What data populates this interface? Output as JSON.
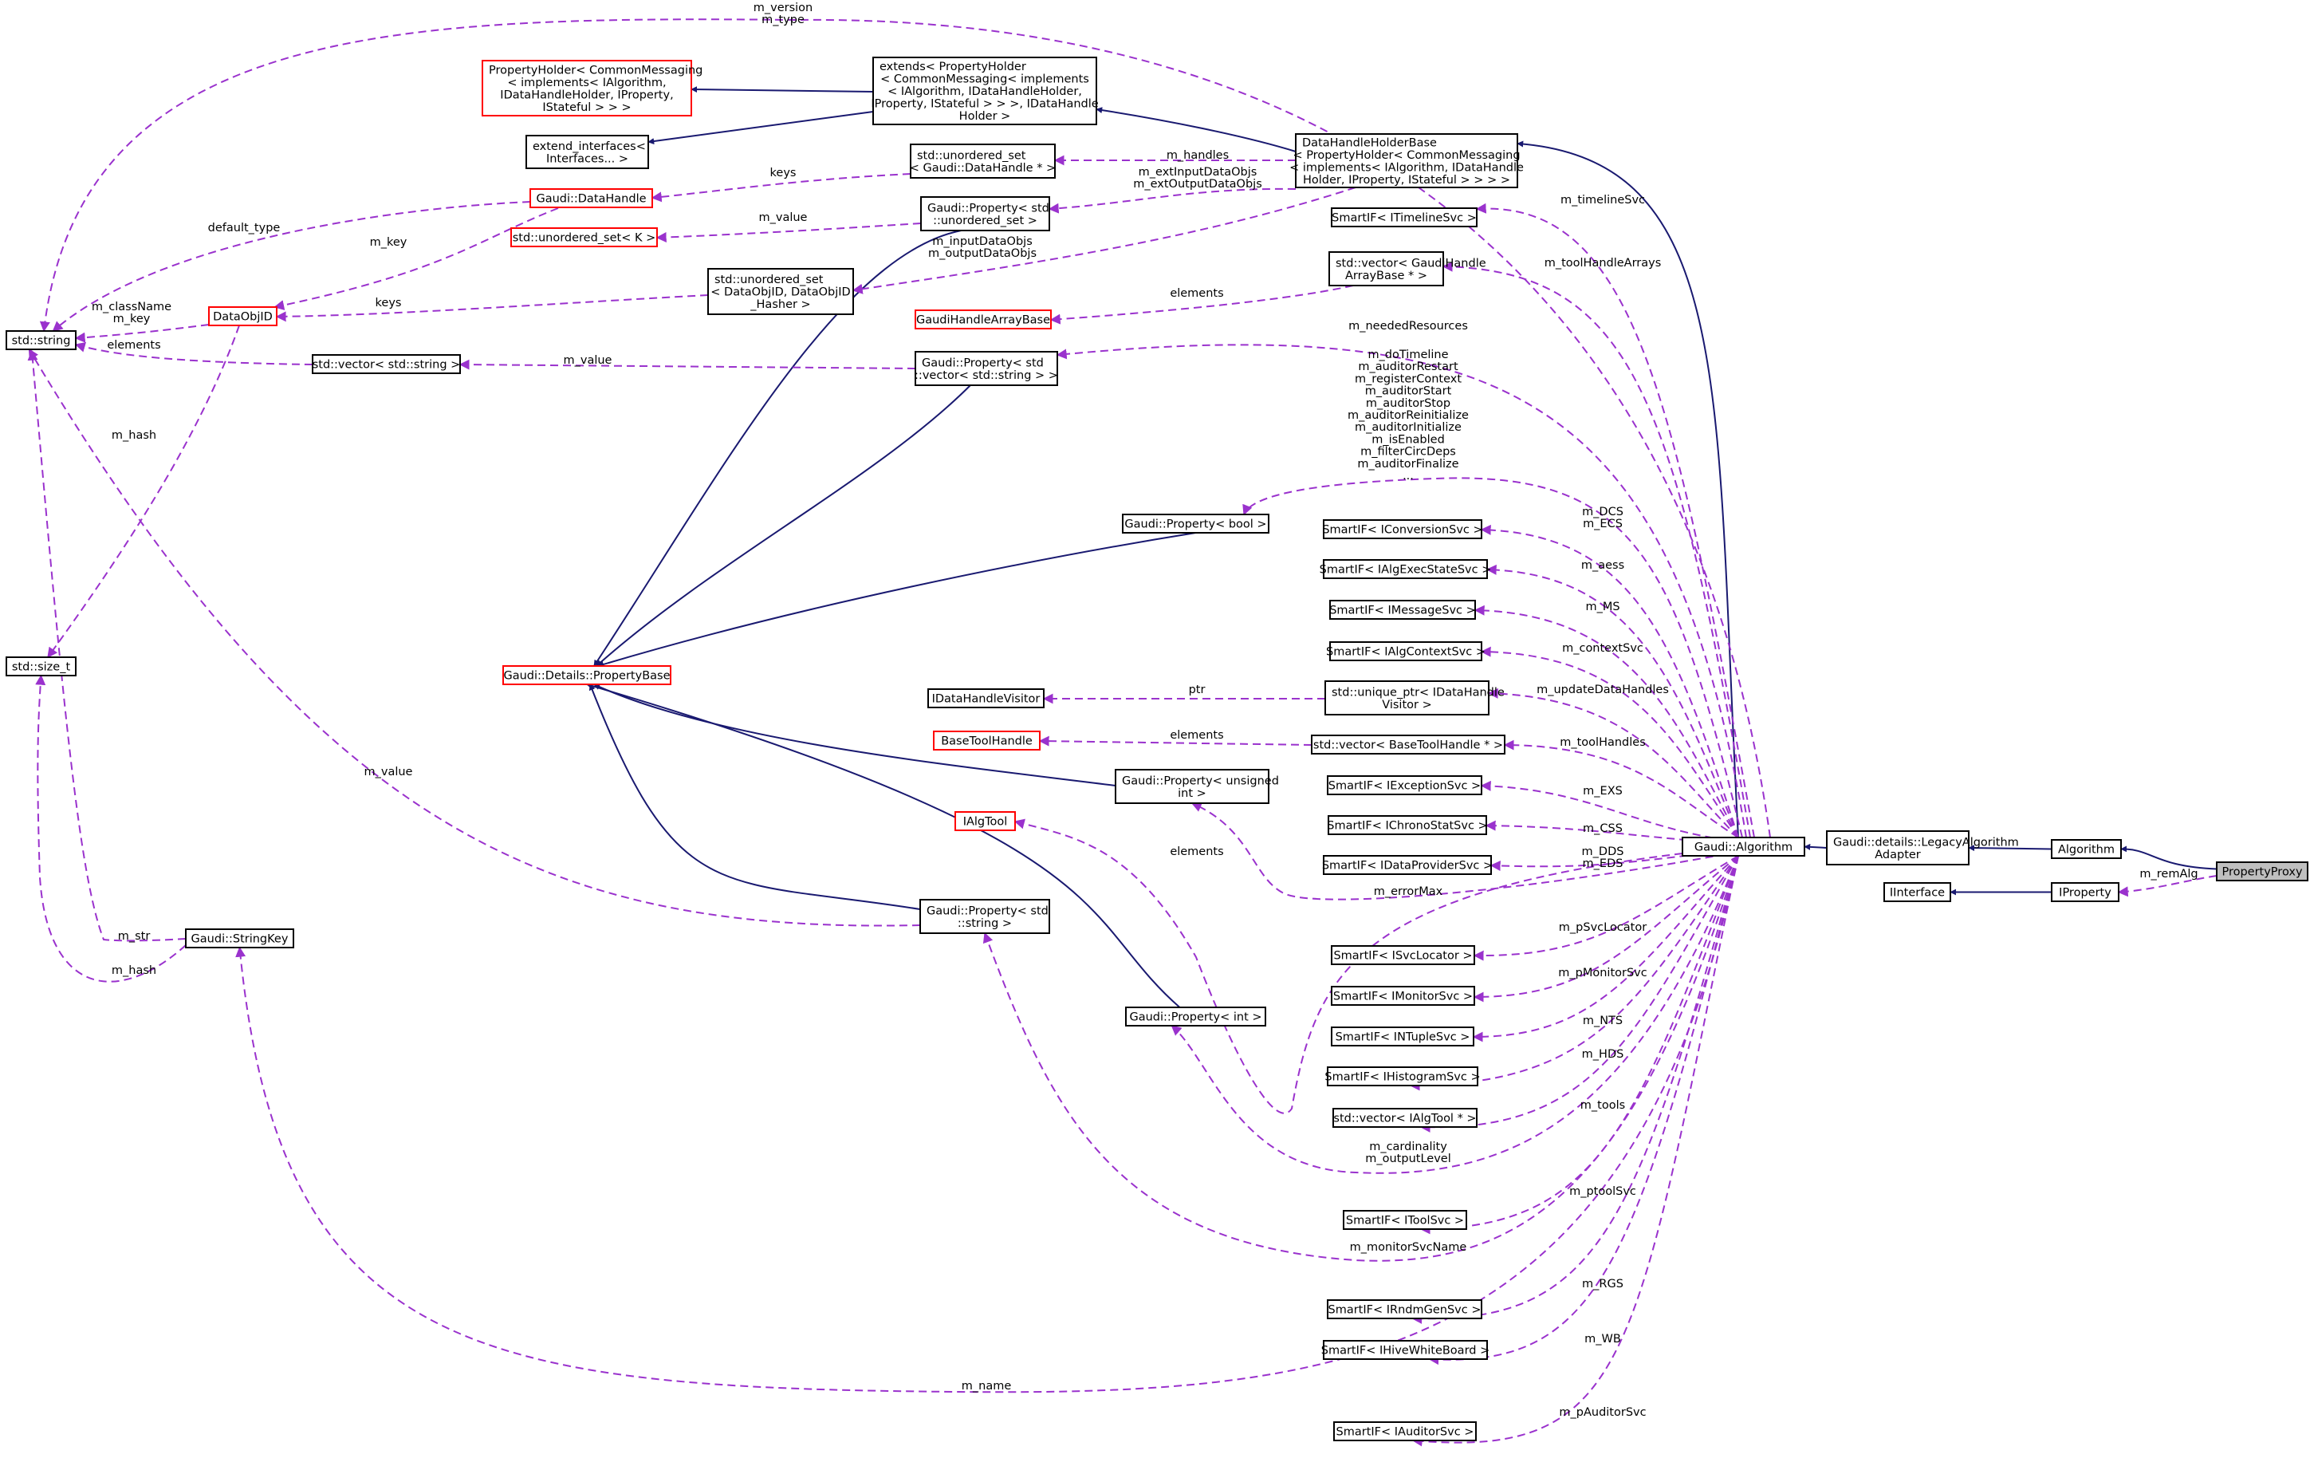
{
  "nodes": [
    {
      "id": "pp",
      "lines": [
        "PropertyProxy"
      ],
      "style": "grey"
    },
    {
      "id": "alg",
      "lines": [
        "Algorithm"
      ],
      "style": "black"
    },
    {
      "id": "iprop",
      "lines": [
        "IProperty"
      ],
      "style": "black"
    },
    {
      "id": "iif",
      "lines": [
        "IInterface"
      ],
      "style": "black"
    },
    {
      "id": "legacy",
      "lines": [
        "Gaudi::details::LegacyAlgorithm",
        "Adapter"
      ],
      "style": "black"
    },
    {
      "id": "galg",
      "lines": [
        "Gaudi::Algorithm"
      ],
      "style": "black"
    },
    {
      "id": "dhhb",
      "lines": [
        "DataHandleHolderBase",
        "< PropertyHolder< CommonMessaging",
        "< implements< IAlgorithm, IDataHandle",
        "Holder, IProperty, IStateful > > > >"
      ],
      "style": "black"
    },
    {
      "id": "ext",
      "lines": [
        "extends< PropertyHolder",
        "< CommonMessaging< implements",
        "< IAlgorithm, IDataHandleHolder,",
        "IProperty, IStateful > > >, IDataHandle",
        "Holder >"
      ],
      "style": "black"
    },
    {
      "id": "phold",
      "lines": [
        "PropertyHolder< CommonMessaging",
        "< implements< IAlgorithm,",
        "IDataHandleHolder, IProperty,",
        "IStateful > > >"
      ],
      "style": "red"
    },
    {
      "id": "extif",
      "lines": [
        "extend_interfaces<",
        "Interfaces... >"
      ],
      "style": "black"
    },
    {
      "id": "uset_dh",
      "lines": [
        "std::unordered_set",
        "< Gaudi::DataHandle * >"
      ],
      "style": "black"
    },
    {
      "id": "gdh",
      "lines": [
        "Gaudi::DataHandle"
      ],
      "style": "red"
    },
    {
      "id": "uset_k",
      "lines": [
        "std::unordered_set< K >"
      ],
      "style": "red"
    },
    {
      "id": "prop_uset",
      "lines": [
        "Gaudi::Property< std",
        "::unordered_set >"
      ],
      "style": "black"
    },
    {
      "id": "uset_doid",
      "lines": [
        "std::unordered_set",
        "< DataObjID, DataObjID",
        "_Hasher >"
      ],
      "style": "black"
    },
    {
      "id": "doid",
      "lines": [
        "DataObjID"
      ],
      "style": "red"
    },
    {
      "id": "str",
      "lines": [
        "std::string"
      ],
      "style": "black"
    },
    {
      "id": "vstr",
      "lines": [
        "std::vector< std::string >"
      ],
      "style": "black"
    },
    {
      "id": "prop_vstr",
      "lines": [
        "Gaudi::Property< std",
        "::vector< std::string > >"
      ],
      "style": "black"
    },
    {
      "id": "ghab",
      "lines": [
        "GaudiHandleArrayBase"
      ],
      "style": "red"
    },
    {
      "id": "vgha",
      "lines": [
        "std::vector< GaudiHandle",
        "ArrayBase * >"
      ],
      "style": "black"
    },
    {
      "id": "sif_tl",
      "lines": [
        "SmartIF< ITimelineSvc >"
      ],
      "style": "black"
    },
    {
      "id": "sizet",
      "lines": [
        "std::size_t"
      ],
      "style": "black"
    },
    {
      "id": "pbase",
      "lines": [
        "Gaudi::Details::PropertyBase"
      ],
      "style": "red"
    },
    {
      "id": "prop_bool",
      "lines": [
        "Gaudi::Property< bool >"
      ],
      "style": "black"
    },
    {
      "id": "sif_conv",
      "lines": [
        "SmartIF< IConversionSvc >"
      ],
      "style": "black"
    },
    {
      "id": "sif_aes",
      "lines": [
        "SmartIF< IAlgExecStateSvc >"
      ],
      "style": "black"
    },
    {
      "id": "sif_msg",
      "lines": [
        "SmartIF< IMessageSvc >"
      ],
      "style": "black"
    },
    {
      "id": "sif_ctx",
      "lines": [
        "SmartIF< IAlgContextSvc >"
      ],
      "style": "black"
    },
    {
      "id": "idhv",
      "lines": [
        "IDataHandleVisitor"
      ],
      "style": "black"
    },
    {
      "id": "uptr",
      "lines": [
        "std::unique_ptr< IDataHandle",
        "Visitor >"
      ],
      "style": "black"
    },
    {
      "id": "bth",
      "lines": [
        "BaseToolHandle"
      ],
      "style": "red"
    },
    {
      "id": "vbth",
      "lines": [
        "std::vector< BaseToolHandle * >"
      ],
      "style": "black"
    },
    {
      "id": "prop_uint",
      "lines": [
        "Gaudi::Property< unsigned",
        "int >"
      ],
      "style": "black"
    },
    {
      "id": "sif_exc",
      "lines": [
        "SmartIF< IExceptionSvc >"
      ],
      "style": "black"
    },
    {
      "id": "ialgtool",
      "lines": [
        "IAlgTool"
      ],
      "style": "red"
    },
    {
      "id": "sif_chr",
      "lines": [
        "SmartIF< IChronoStatSvc >"
      ],
      "style": "black"
    },
    {
      "id": "sif_dp",
      "lines": [
        "SmartIF< IDataProviderSvc >"
      ],
      "style": "black"
    },
    {
      "id": "prop_str",
      "lines": [
        "Gaudi::Property< std",
        "::string >"
      ],
      "style": "black"
    },
    {
      "id": "skey",
      "lines": [
        "Gaudi::StringKey"
      ],
      "style": "black"
    },
    {
      "id": "sif_sl",
      "lines": [
        "SmartIF< ISvcLocator >"
      ],
      "style": "black"
    },
    {
      "id": "prop_int",
      "lines": [
        "Gaudi::Property< int >"
      ],
      "style": "black"
    },
    {
      "id": "sif_mon",
      "lines": [
        "SmartIF< IMonitorSvc >"
      ],
      "style": "black"
    },
    {
      "id": "sif_nt",
      "lines": [
        "SmartIF< INTupleSvc >"
      ],
      "style": "black"
    },
    {
      "id": "sif_hist",
      "lines": [
        "SmartIF< IHistogramSvc >"
      ],
      "style": "black"
    },
    {
      "id": "vtool",
      "lines": [
        "std::vector< IAlgTool * >"
      ],
      "style": "black"
    },
    {
      "id": "sif_tool",
      "lines": [
        "SmartIF< IToolSvc >"
      ],
      "style": "black"
    },
    {
      "id": "sif_rnd",
      "lines": [
        "SmartIF< IRndmGenSvc >"
      ],
      "style": "black"
    },
    {
      "id": "sif_wb",
      "lines": [
        "SmartIF< IHiveWhiteBoard >"
      ],
      "style": "black"
    },
    {
      "id": "sif_aud",
      "lines": [
        "SmartIF< IAuditorSvc >"
      ],
      "style": "black"
    }
  ],
  "edge_labels": [
    {
      "id": "l_remalg",
      "lines": [
        "m_remAlg"
      ]
    },
    {
      "id": "l_version",
      "lines": [
        "m_version",
        "m_type"
      ]
    },
    {
      "id": "l_handles",
      "lines": [
        "m_handles"
      ]
    },
    {
      "id": "l_extio",
      "lines": [
        "m_extInputDataObjs",
        "m_extOutputDataObjs"
      ]
    },
    {
      "id": "l_keys1",
      "lines": [
        "keys"
      ]
    },
    {
      "id": "l_value_uset",
      "lines": [
        "m_value"
      ]
    },
    {
      "id": "l_inout",
      "lines": [
        "m_inputDataObjs",
        "m_outputDataObjs"
      ]
    },
    {
      "id": "l_deftype",
      "lines": [
        "default_type"
      ]
    },
    {
      "id": "l_mkey",
      "lines": [
        "m_key"
      ]
    },
    {
      "id": "l_keys2",
      "lines": [
        "keys"
      ]
    },
    {
      "id": "l_classname",
      "lines": [
        "m_className",
        "m_key"
      ]
    },
    {
      "id": "l_elements_str",
      "lines": [
        "elements"
      ]
    },
    {
      "id": "l_value_vstr",
      "lines": [
        "m_value"
      ]
    },
    {
      "id": "l_hash_doid",
      "lines": [
        "m_hash"
      ]
    },
    {
      "id": "l_timeline",
      "lines": [
        "m_timelineSvc"
      ]
    },
    {
      "id": "l_tha",
      "lines": [
        "m_toolHandleArrays"
      ]
    },
    {
      "id": "l_elements_gha",
      "lines": [
        "elements"
      ]
    },
    {
      "id": "l_needed",
      "lines": [
        "m_neededResources"
      ]
    },
    {
      "id": "l_bools",
      "lines": [
        "m_doTimeline",
        "m_auditorRestart",
        "m_registerContext",
        "m_auditorStart",
        "m_auditorStop",
        "m_auditorReinitialize",
        "m_auditorInitialize",
        "m_isEnabled",
        "m_filterCircDeps",
        "m_auditorFinalize",
        "..."
      ]
    },
    {
      "id": "l_dcs",
      "lines": [
        "m_DCS",
        "m_ECS"
      ]
    },
    {
      "id": "l_aess",
      "lines": [
        "m_aess"
      ]
    },
    {
      "id": "l_ms",
      "lines": [
        "m_MS"
      ]
    },
    {
      "id": "l_ctx",
      "lines": [
        "m_contextSvc"
      ]
    },
    {
      "id": "l_ptr",
      "lines": [
        "ptr"
      ]
    },
    {
      "id": "l_udh",
      "lines": [
        "m_updateDataHandles"
      ]
    },
    {
      "id": "l_elements_bth",
      "lines": [
        "elements"
      ]
    },
    {
      "id": "l_th",
      "lines": [
        "m_toolHandles"
      ]
    },
    {
      "id": "l_value_pstr",
      "lines": [
        "m_value"
      ]
    },
    {
      "id": "l_exs",
      "lines": [
        "m_EXS"
      ]
    },
    {
      "id": "l_css",
      "lines": [
        "m_CSS"
      ]
    },
    {
      "id": "l_elements_tool",
      "lines": [
        "elements"
      ]
    },
    {
      "id": "l_dds",
      "lines": [
        "m_DDS",
        "m_EDS"
      ]
    },
    {
      "id": "l_errmax",
      "lines": [
        "m_errorMax"
      ]
    },
    {
      "id": "l_mstr",
      "lines": [
        "m_str"
      ]
    },
    {
      "id": "l_mhash",
      "lines": [
        "m_hash"
      ]
    },
    {
      "id": "l_psl",
      "lines": [
        "m_pSvcLocator"
      ]
    },
    {
      "id": "l_pmon",
      "lines": [
        "m_pMonitorSvc"
      ]
    },
    {
      "id": "l_nts",
      "lines": [
        "m_NTS"
      ]
    },
    {
      "id": "l_hds",
      "lines": [
        "m_HDS"
      ]
    },
    {
      "id": "l_tools",
      "lines": [
        "m_tools"
      ]
    },
    {
      "id": "l_card",
      "lines": [
        "m_cardinality",
        "m_outputLevel"
      ]
    },
    {
      "id": "l_ptool",
      "lines": [
        "m_ptoolSvc"
      ]
    },
    {
      "id": "l_monname",
      "lines": [
        "m_monitorSvcName"
      ]
    },
    {
      "id": "l_rgs",
      "lines": [
        "m_RGS"
      ]
    },
    {
      "id": "l_wb",
      "lines": [
        "m_WB"
      ]
    },
    {
      "id": "l_name",
      "lines": [
        "m_name"
      ]
    },
    {
      "id": "l_paud",
      "lines": [
        "m_pAuditorSvc"
      ]
    }
  ],
  "colors": {
    "inheritance": "#191970",
    "member": "#9a32cd",
    "node_border": "#000000",
    "incomplete_border": "#ff0000",
    "focus_fill": "#bfbfbf"
  }
}
